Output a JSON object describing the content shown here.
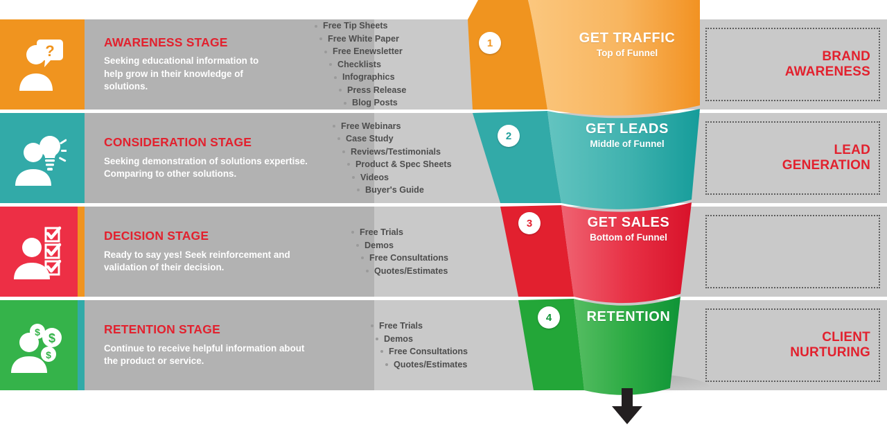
{
  "title": "Marketing Funnel Stages",
  "colors": {
    "orange": "#f0941f",
    "teal": "#32aaa8",
    "red": "#e2202f",
    "green": "#23a638",
    "grey_band": "#b2b2b2",
    "grey_light": "#c9c9c9",
    "stage_title": "#e2212e",
    "bullet_text": "#4d4d4d",
    "outcome_text": "#e2212e",
    "arrow": "#231f20"
  },
  "rows": [
    {
      "id": "awareness",
      "icon": "person-question-icon",
      "icon_color": "#f0941f",
      "stage_title": "AWARENESS STAGE",
      "stage_desc": "Seeking educational information to help grow in their knowledge of solutions.",
      "bullets": [
        "Free Tip Sheets",
        "Free White Paper",
        "Free Enewsletter",
        "Checklists",
        "Infographics",
        "Press Release",
        "Blog Posts"
      ],
      "number": "1",
      "funnel_title": "GET TRAFFIC",
      "funnel_subtitle": "Top of Funnel",
      "outcome": "BRAND AWARENESS"
    },
    {
      "id": "consideration",
      "icon": "person-lightbulb-icon",
      "icon_color": "#32aaa8",
      "stage_title": "CONSIDERATION STAGE",
      "stage_desc": "Seeking demonstration of solutions expertise. Comparing to other solutions.",
      "bullets": [
        "Free Webinars",
        "Case Study",
        "Reviews/Testimonials",
        "Product & Spec Sheets",
        "Videos",
        "Buyer's Guide"
      ],
      "number": "2",
      "funnel_title": "GET LEADS",
      "funnel_subtitle": "Middle of Funnel",
      "outcome": "LEAD GENERATION"
    },
    {
      "id": "decision",
      "icon": "person-checklist-icon",
      "icon_color": "#ed2f45",
      "stage_title": "DECISION STAGE",
      "stage_desc": "Ready to say yes! Seek reinforcement and validation of their decision.",
      "bullets": [
        "Free Trials",
        "Demos",
        "Free Consultations",
        "Quotes/Estimates"
      ],
      "number": "3",
      "funnel_title": "GET SALES",
      "funnel_subtitle": "Bottom of Funnel",
      "outcome": ""
    },
    {
      "id": "retention",
      "icon": "person-money-icon",
      "icon_color": "#35b34a",
      "stage_title": "RETENTION STAGE",
      "stage_desc": "Continue to receive helpful information about the product or service.",
      "bullets": [
        "Free Trials",
        "Demos",
        "Free Consultations",
        "Quotes/Estimates"
      ],
      "number": "4",
      "funnel_title": "RETENTION",
      "funnel_subtitle": "",
      "outcome": "CLIENT NURTURING"
    }
  ],
  "outcomes": [
    {
      "label_line1": "BRAND",
      "label_line2": "AWARENESS"
    },
    {
      "label_line1": "LEAD",
      "label_line2": "GENERATION"
    },
    {
      "label_line1": "",
      "label_line2": ""
    },
    {
      "label_line1": "CLIENT",
      "label_line2": "NURTURING"
    }
  ],
  "bottom_arrow": "down-arrow-icon"
}
